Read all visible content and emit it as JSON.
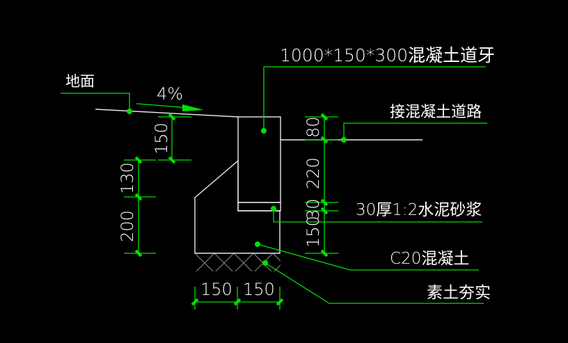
{
  "drawing": {
    "background": "#000000",
    "line_color": "#ffffff",
    "annotation_color": "#00e000",
    "labels": {
      "curb": "1000*150*300混凝土道牙",
      "ground": "地面",
      "slope": "4%",
      "road": "接混凝土道路",
      "mortar": "30厚1:2水泥砂浆",
      "concrete": "C20混凝土",
      "soil": "素土夯实"
    },
    "dimensions": {
      "left_top": "150",
      "left_mid": "130",
      "left_bottom": "200",
      "right_top": "80",
      "right_mid": "220",
      "right_mortar": "30",
      "right_bottom": "150",
      "bottom_left": "150",
      "bottom_right": "150"
    }
  }
}
